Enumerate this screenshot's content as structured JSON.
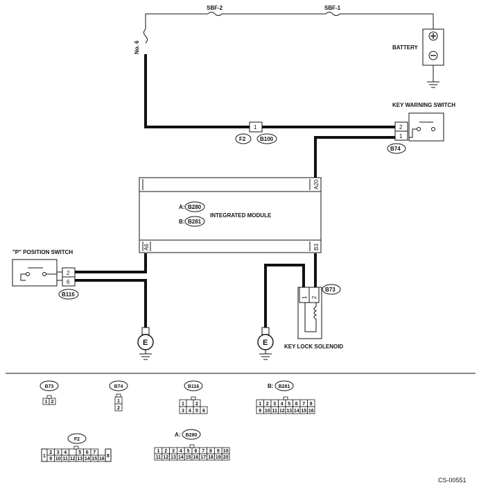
{
  "labels": {
    "sbf2": "SBF-2",
    "sbf1": "SBF-1",
    "no6": "No. 6",
    "battery": "BATTERY",
    "key_warning_switch": "KEY WARNING SWITCH",
    "integrated_module": "INTEGRATED MODULE",
    "p_position_switch": "\"P\" POSITION SWITCH",
    "key_lock_solenoid": "KEY LOCK SOLENOID",
    "module_a_prefix": "A:",
    "module_b_prefix": "B:",
    "ground_e": "E",
    "figure_code": "CS-00551"
  },
  "pins": {
    "a20": "A20",
    "a6": "A6",
    "b3": "B3",
    "f2_pin": "1",
    "b74_p2": "2",
    "b74_p1": "1",
    "b116_p2": "2",
    "b116_p6": "6",
    "b73_p1": "1",
    "b73_p2": "2"
  },
  "connectors": {
    "f2": "F2",
    "b100": "B100",
    "b74": "B74",
    "b116": "B116",
    "b73": "B73",
    "b280": "B280",
    "b281": "B281"
  },
  "connector_views": {
    "b73": {
      "id": "B73",
      "rows": [
        [
          "1",
          "2"
        ]
      ]
    },
    "b74": {
      "id": "B74",
      "rows": [
        [
          "1"
        ],
        [
          "2"
        ]
      ]
    },
    "b116": {
      "id": "B116",
      "rows": [
        [
          "1",
          "",
          "2"
        ],
        [
          "3",
          "4",
          "5",
          "6"
        ]
      ]
    },
    "b281": {
      "prefix": "B:",
      "id": "B281",
      "rows": [
        [
          "1",
          "2",
          "3",
          "4",
          "5",
          "6",
          "7",
          "8"
        ],
        [
          "9",
          "10",
          "11",
          "12",
          "13",
          "14",
          "15",
          "16"
        ]
      ]
    },
    "f2": {
      "id": "F2",
      "rows": [
        [
          "2",
          "3",
          "4",
          "",
          "5",
          "6",
          "7"
        ],
        [
          "9",
          "10",
          "11",
          "12",
          "13",
          "14",
          "15",
          "16"
        ]
      ],
      "side_left": "1",
      "side_right": "8"
    },
    "b280": {
      "prefix": "A:",
      "id": "B280",
      "rows": [
        [
          "1",
          "2",
          "3",
          "4",
          "5",
          "6",
          "7",
          "8",
          "9",
          "10"
        ],
        [
          "11",
          "12",
          "13",
          "14",
          "15",
          "16",
          "17",
          "18",
          "19",
          "20"
        ]
      ]
    }
  }
}
